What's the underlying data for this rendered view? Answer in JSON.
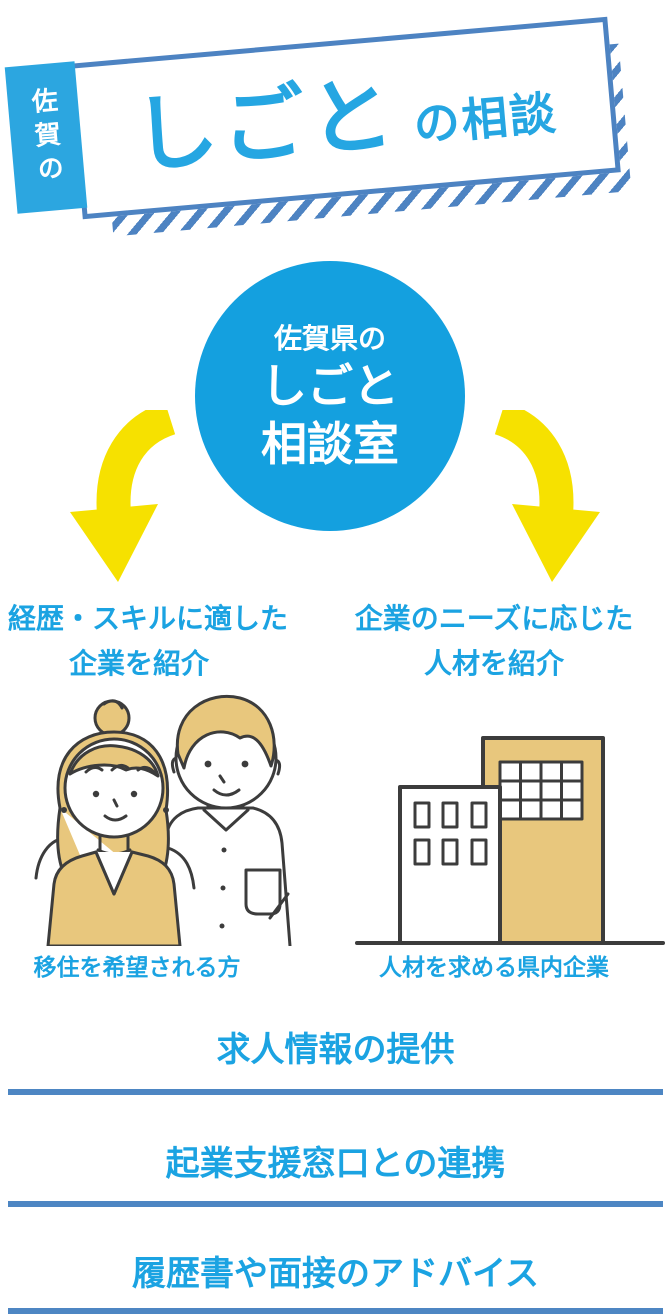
{
  "colors": {
    "light_blue": "#1ba3e2",
    "circle_blue": "#14a0df",
    "tab_blue": "#2ca6e0",
    "steel_blue": "#4d83c2",
    "arrow_yellow": "#f6e100",
    "illustration_tan": "#e8c77d",
    "line_art_dark": "#3c3c3c"
  },
  "header": {
    "prefix": "佐賀の",
    "title_main": "しごと",
    "title_suffix": "の相談"
  },
  "hub": {
    "line1": "佐賀県の",
    "line2": "しごと",
    "line3": "相談室"
  },
  "branches": {
    "left": {
      "heading_line1": "経歴・スキルに適した",
      "heading_line2": "企業を紹介",
      "caption": "移住を希望される方",
      "illustration": "couple-line-art"
    },
    "right": {
      "heading_line1": "企業のニーズに応じた",
      "heading_line2": "人材を紹介",
      "caption": "人材を求める県内企業",
      "illustration": "office-buildings-line-art"
    }
  },
  "services": [
    "求人情報の提供",
    "起業支援窓口との連携",
    "履歴書や面接のアドバイス"
  ]
}
